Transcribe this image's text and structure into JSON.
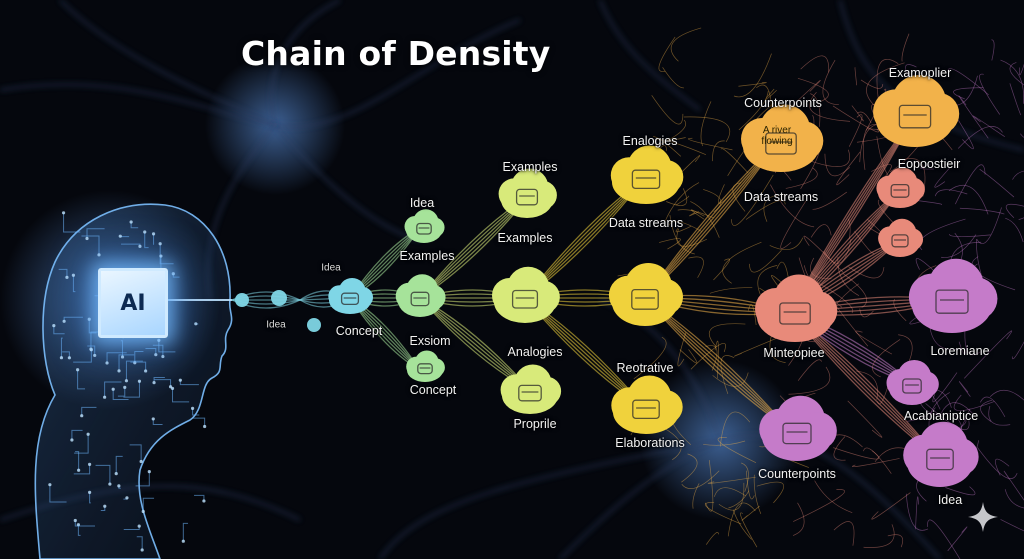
{
  "title": "Chain of Density",
  "chip_label": "AI",
  "colors": {
    "background": "#05070d",
    "head": "#6fb8ff",
    "stage1": "#7fd6e6",
    "stage2": "#a6e39a",
    "stage3": "#d8ea7a",
    "stage4": "#f0d23c",
    "stage5": "#f2b24a",
    "stage6": "#e88a7a",
    "stage7": "#c57bc9"
  },
  "labels": [
    {
      "text": "Idea",
      "size": "small"
    },
    {
      "text": "Idea",
      "size": "small"
    },
    {
      "text": "Concept"
    },
    {
      "text": "Idea"
    },
    {
      "text": "Examples"
    },
    {
      "text": "Exsiom"
    },
    {
      "text": "Concept"
    },
    {
      "text": "Examples"
    },
    {
      "text": "Examples"
    },
    {
      "text": "Analogies"
    },
    {
      "text": "Proprile"
    },
    {
      "text": "Enalogies"
    },
    {
      "text": "Data streams"
    },
    {
      "text": "Reotrative"
    },
    {
      "text": "Elaborations"
    },
    {
      "text": "Counterpoints"
    },
    {
      "text": "Data streams"
    },
    {
      "text": "Minteopiee"
    },
    {
      "text": "Counterpoints"
    },
    {
      "text": "Examoplier"
    },
    {
      "text": "Eopoostieir"
    },
    {
      "text": "Loremiane"
    },
    {
      "text": "Acabianiptice"
    },
    {
      "text": "Idea"
    }
  ],
  "bubble_text": "A river flowing"
}
